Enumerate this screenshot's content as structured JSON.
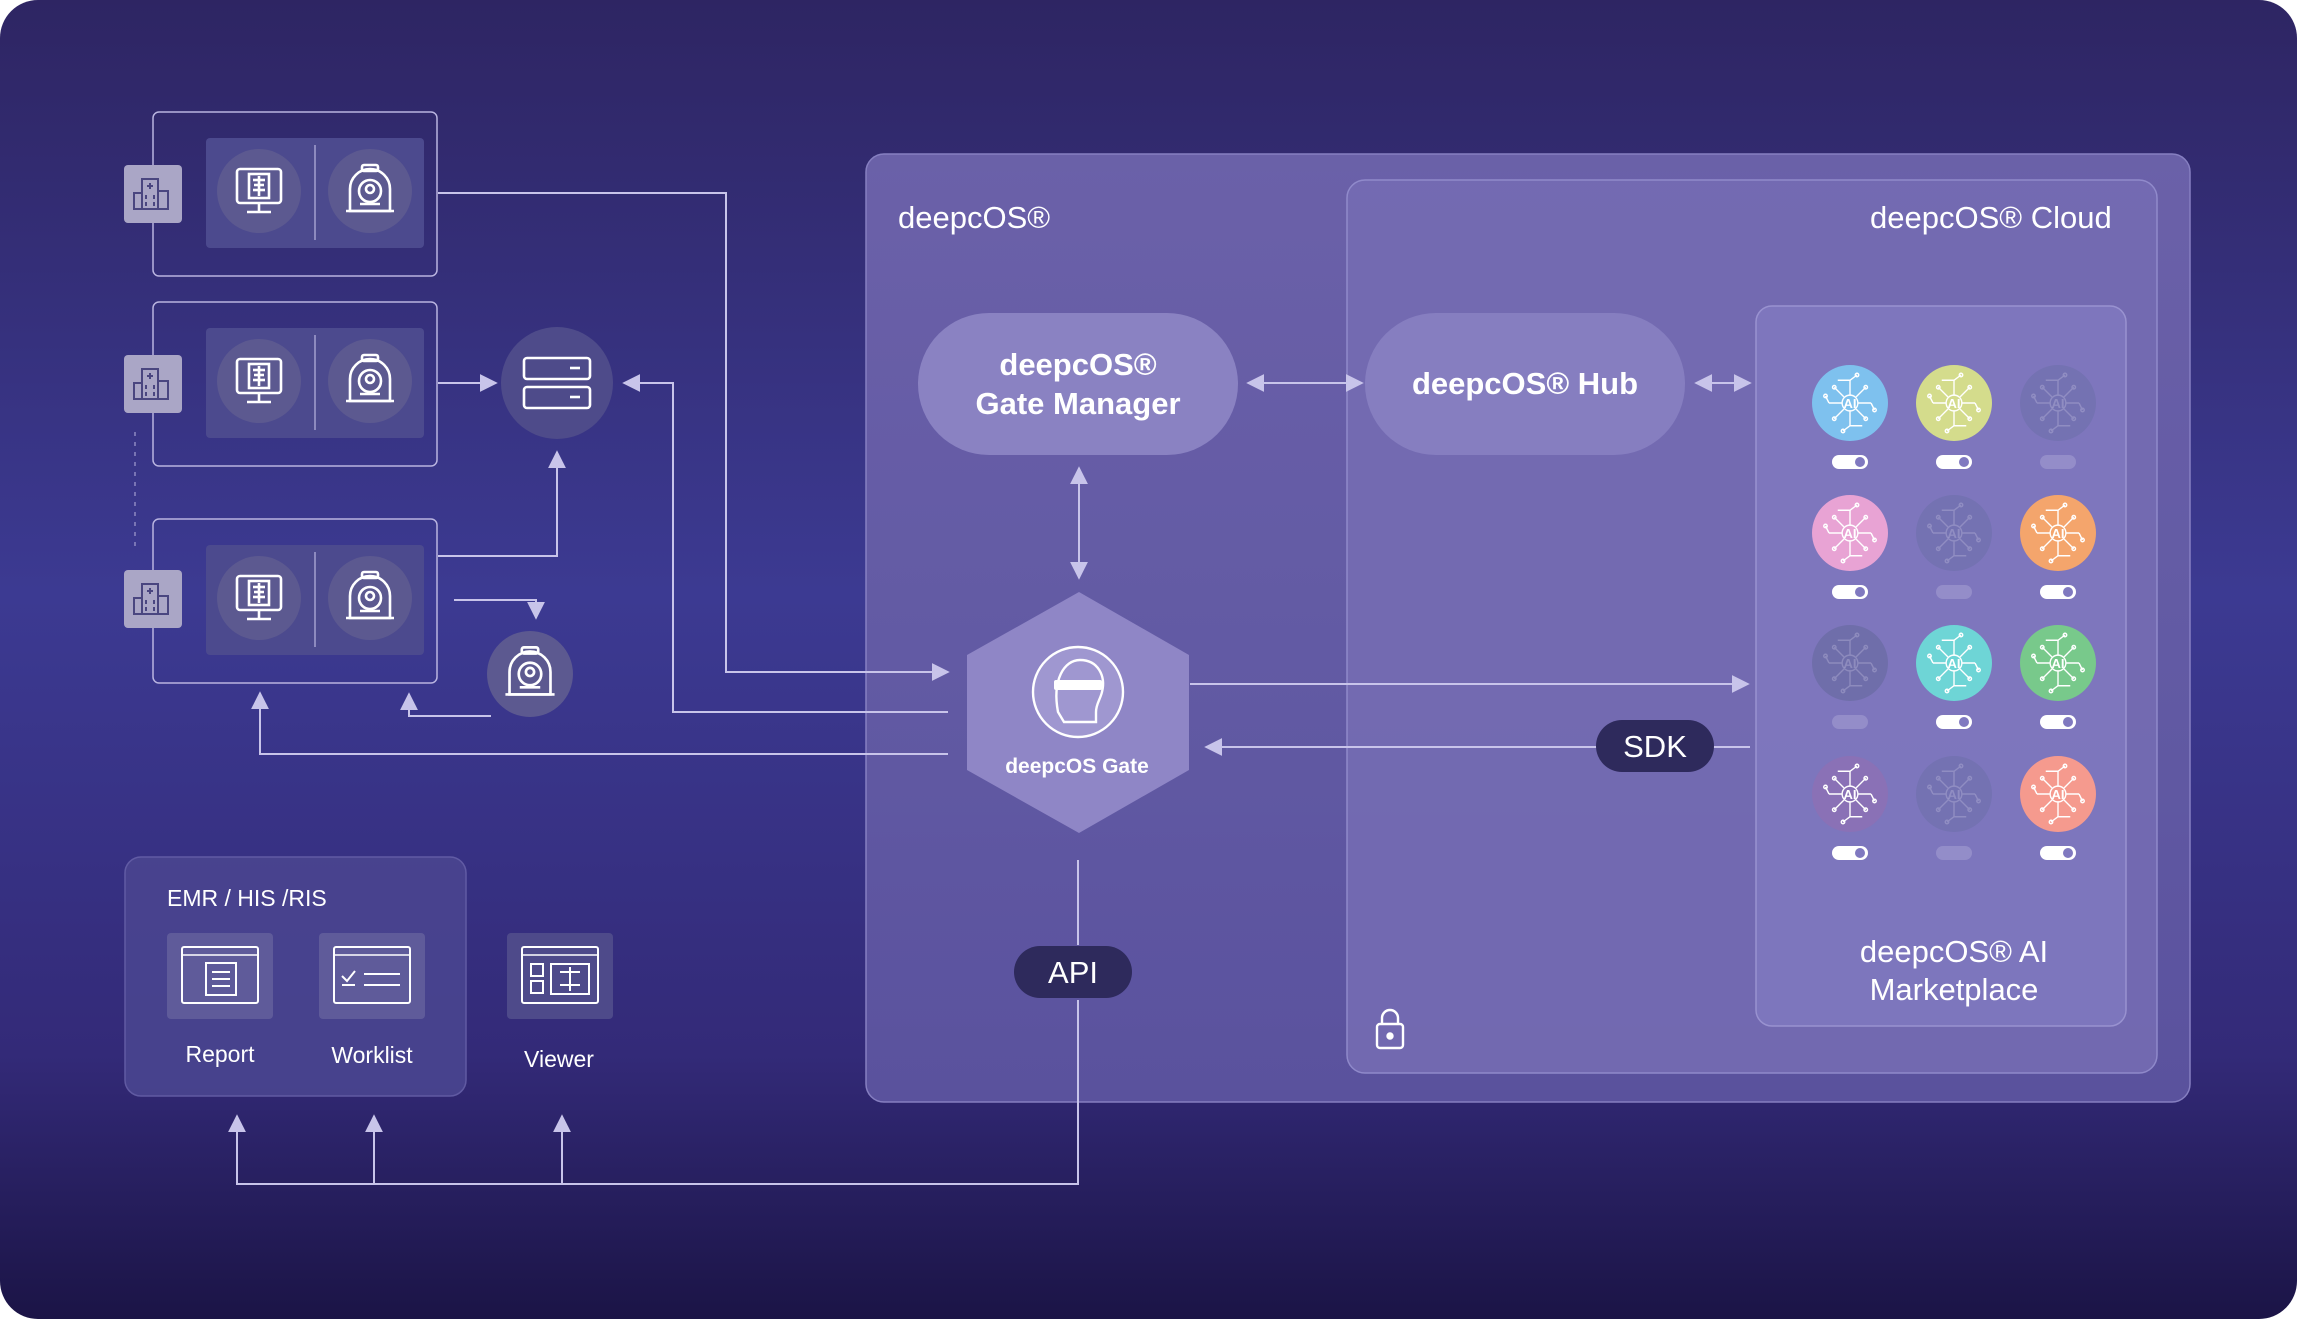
{
  "deepcos": {
    "title": "deepcOS®"
  },
  "cloud": {
    "title": "deepcOS® Cloud"
  },
  "gate_manager": {
    "line1": "deepcOS®",
    "line2": "Gate Manager"
  },
  "hub": {
    "label": "deepcOS® Hub"
  },
  "gate": {
    "label": "deepcOS Gate"
  },
  "sdk": {
    "label": "SDK"
  },
  "api": {
    "label": "API"
  },
  "marketplace": {
    "line1": "deepcOS® AI",
    "line2": "Marketplace",
    "apps": [
      {
        "color": "#7ec1ee",
        "active": true
      },
      {
        "color": "#d4dc8c",
        "active": true
      },
      {
        "color": "#6d6faa",
        "active": false
      },
      {
        "color": "#e8a3d4",
        "active": true
      },
      {
        "color": "#6d6faa",
        "active": false
      },
      {
        "color": "#f4a56c",
        "active": true
      },
      {
        "color": "#64689c",
        "active": false
      },
      {
        "color": "#6ed5d6",
        "active": true
      },
      {
        "color": "#78c98b",
        "active": true
      },
      {
        "color": "#8a71b6",
        "active": true
      },
      {
        "color": "#6d6faa",
        "active": false
      },
      {
        "color": "#f59a8e",
        "active": true
      }
    ],
    "app_badge": "AI"
  },
  "emr": {
    "title": "EMR / HIS /RIS",
    "report": "Report",
    "worklist": "Worklist",
    "viewer": "Viewer"
  },
  "icons": {
    "site": "hospital-building-icon",
    "workstation": "xray-monitor-icon",
    "scanner": "ct-scanner-icon",
    "server": "server-icon",
    "gate": "brain-head-icon",
    "lock": "lock-icon",
    "report": "report-document-icon",
    "worklist": "worklist-icon",
    "viewer": "viewer-icon"
  },
  "colors": {
    "background_top": "#2e2563",
    "background_mid": "#3c3a92",
    "background_bottom": "#1b1446",
    "panel": "#6c64ad",
    "pill": "#8077bd",
    "dark_pill": "#2e2a5c",
    "line": "#c8c4ea"
  }
}
